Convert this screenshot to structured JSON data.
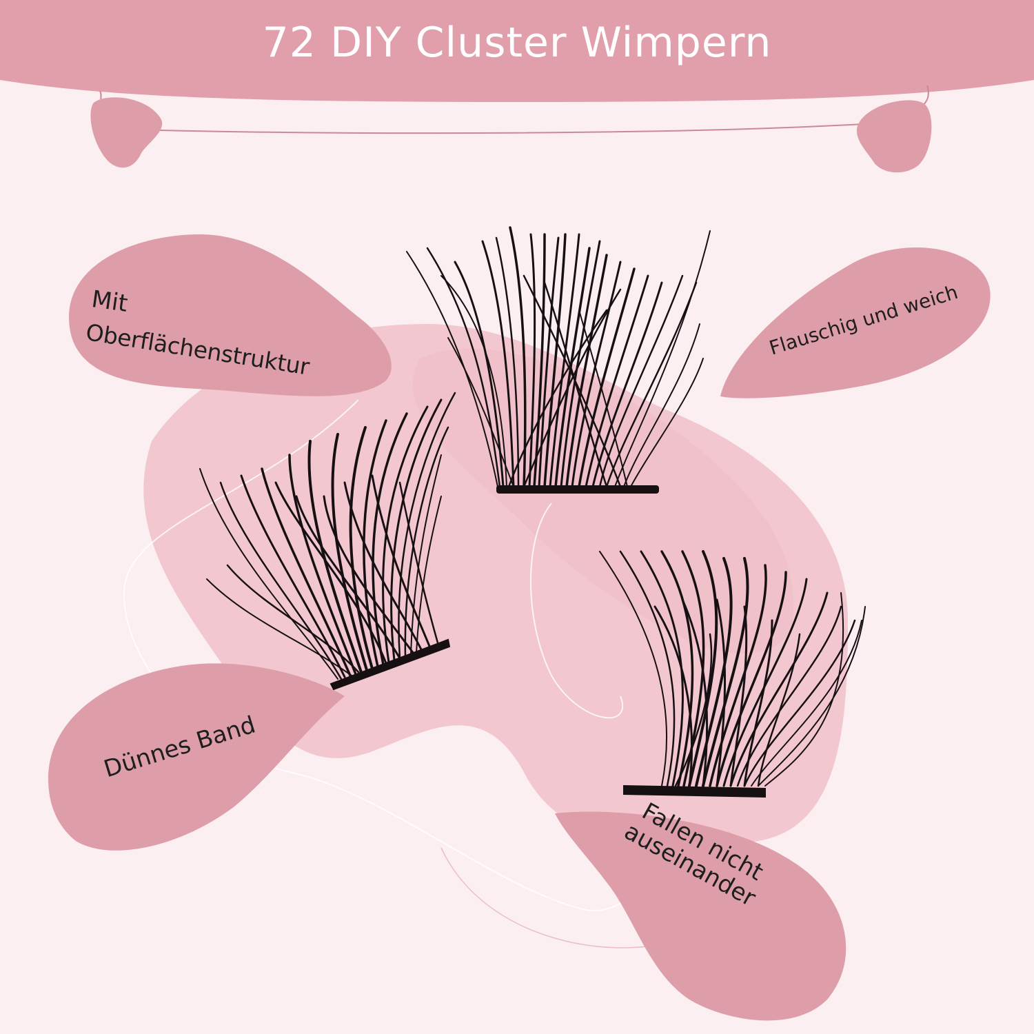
{
  "header": {
    "title": "72 DIY Cluster Wimpern"
  },
  "callouts": {
    "surface_line1": "Mit",
    "surface_line2": "Oberflächenstruktur",
    "fluffy": "Flauschig und weich",
    "thin_band": "Dünnes Band",
    "no_fall_apart": "Fallen nicht auseinander"
  },
  "colors": {
    "background": "#fbeff2",
    "banner": "#e19fab",
    "blob": "#de9ea9",
    "shadow_blob": "#f2c7cf",
    "lash": "#161013",
    "title_text": "#ffffff",
    "label_text": "#1e1e1e"
  }
}
